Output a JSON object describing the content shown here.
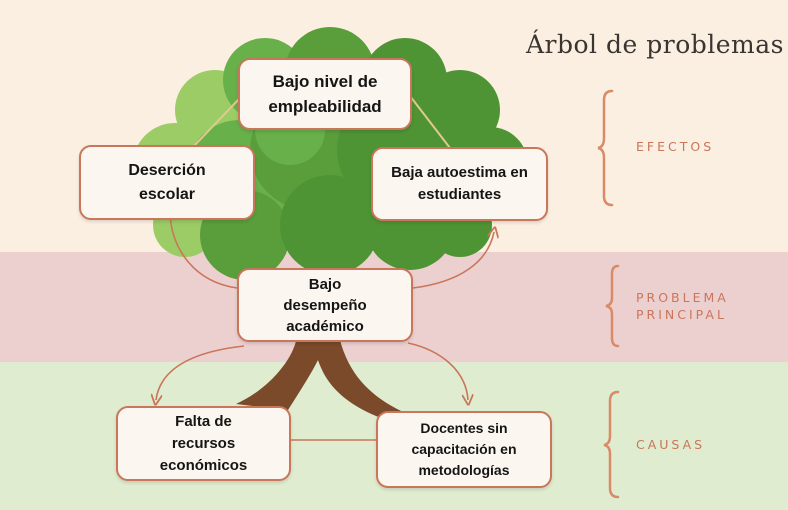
{
  "title": "Árbol de problemas",
  "nodes": {
    "effect_top": "Bajo nivel de empleabilidad",
    "effect_left": "Deserción escolar",
    "effect_right": "Baja autoestima en estudiantes",
    "main_problem": "Bajo desempeño académico",
    "cause_left": "Falta de recursos económicos",
    "cause_right": "Docentes sin capacitación en metodologías"
  },
  "labels": {
    "effects": "EFECTOS",
    "main_line1": "PROBLEMA",
    "main_line2": "PRINCIPAL",
    "causes": "CAUSAS"
  },
  "colors": {
    "effects_band": "#fbefe2",
    "main_band": "#ecd0d0",
    "causes_band": "#dfeccf",
    "accent": "#c9765a",
    "trunk": "#7a4a2a"
  }
}
